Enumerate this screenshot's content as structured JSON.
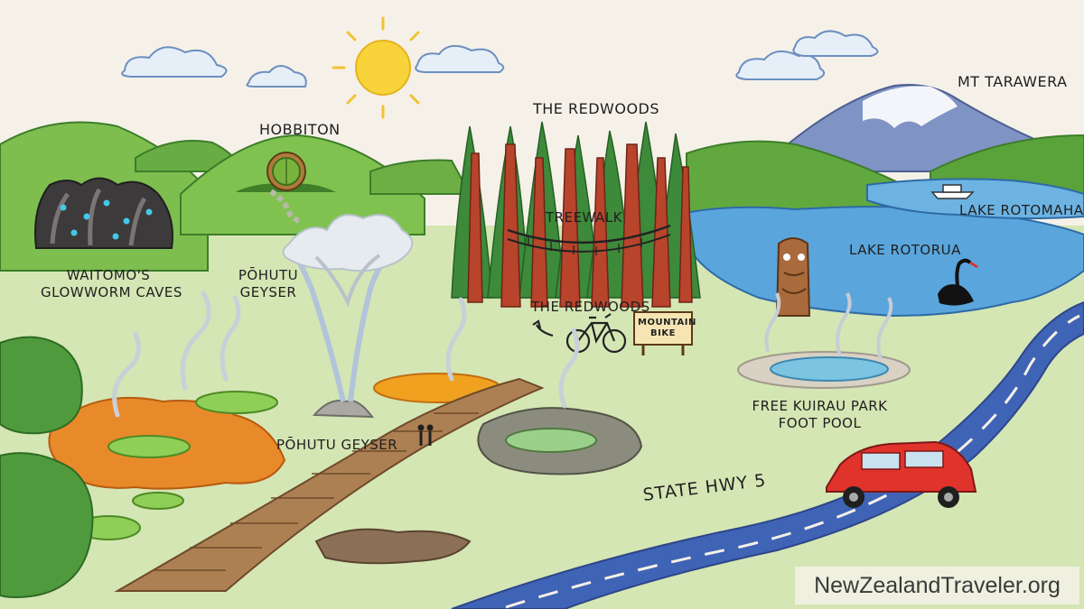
{
  "labels": {
    "mt_tarawera": "MT TARAWERA",
    "hobbiton": "HOBBITON",
    "redwoods_top": "THE REDWOODS",
    "treewalk": "TREEWALK",
    "redwoods_bottom": "THE REDWOODS",
    "lake_rotomahana": "LAKE ROTOMAHANA",
    "lake_rotorua": "LAKE ROTORUA",
    "waitomo_line1": "WAITOMO'S",
    "waitomo_line2": "GLOWWORM CAVES",
    "pohutu_upper_line1": "PŌHUTU",
    "pohutu_upper_line2": "GEYSER",
    "pohutu_lower": "PŌHUTU GEYSER",
    "mountain_bike_line1": "MOUNTAIN",
    "mountain_bike_line2": "BIKE",
    "kuirau_line1": "FREE KUIRAU PARK",
    "kuirau_line2": "FOOT POOL",
    "state_hwy": "STATE HWY 5"
  },
  "branding": "NewZealandTraveler.org",
  "icons": [
    "sun-icon",
    "cloud-icon",
    "hobbit-door-icon",
    "bicycle-icon",
    "car-icon",
    "boat-icon",
    "swan-icon",
    "tiki-carving-icon",
    "hikers-icon"
  ],
  "colors": {
    "paper": "#f5f1e8",
    "hill_green": "#7fbf4d",
    "lake_blue": "#5aa6dc",
    "redwood": "#b8442c",
    "mud_orange": "#e88a2e",
    "road_blue": "#3f63b5",
    "car_red": "#e0332b"
  }
}
